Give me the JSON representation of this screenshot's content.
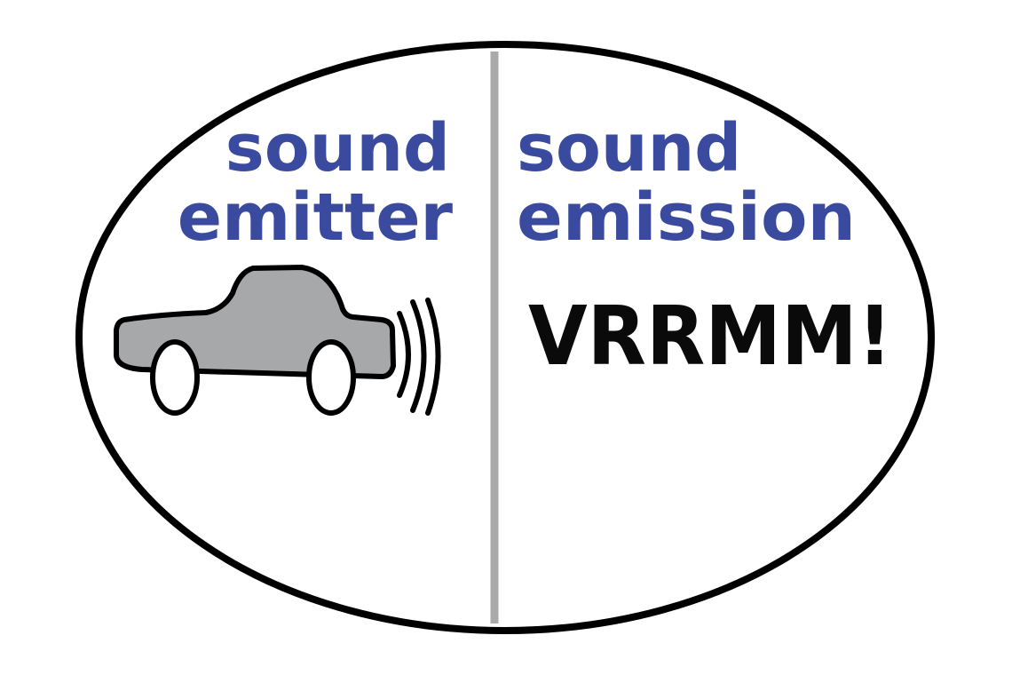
{
  "left": {
    "line1": "sound",
    "line2": "emitter",
    "icon": "car-icon"
  },
  "right": {
    "line1": "sound",
    "line2": "emission",
    "sound_text": "VRRMM!"
  },
  "colors": {
    "label": "#3a4a9e",
    "divider": "#a8aaab",
    "car_body": "#a7a8aa",
    "outline": "#000000"
  }
}
